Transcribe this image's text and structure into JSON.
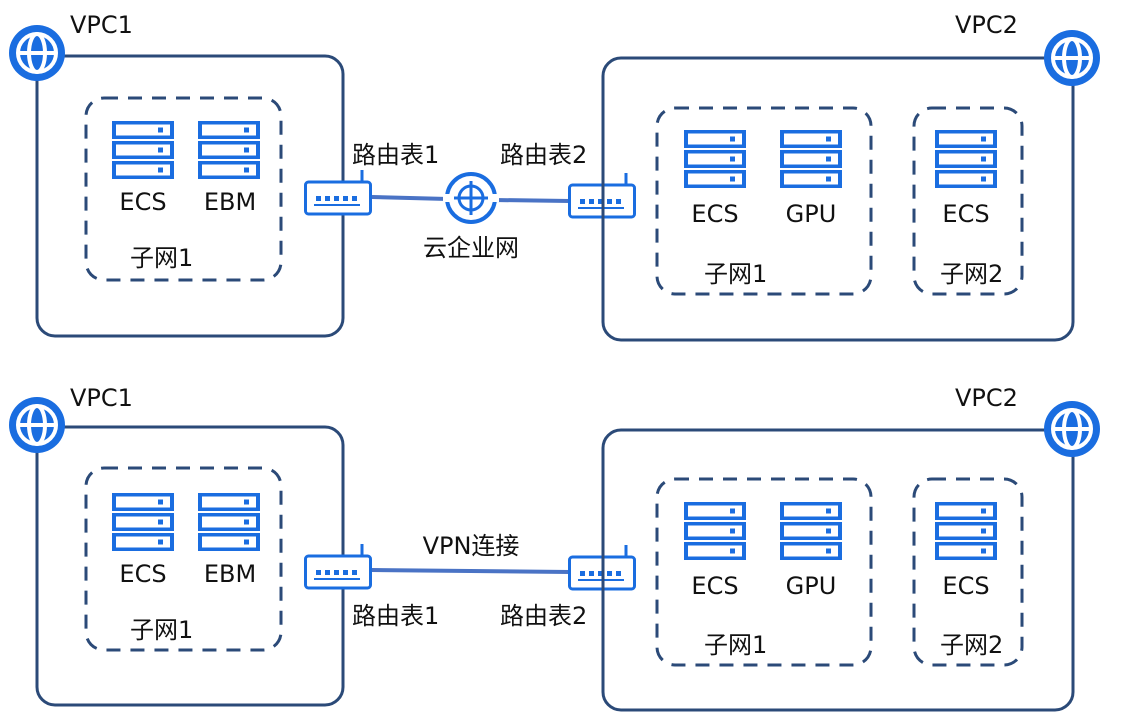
{
  "colors": {
    "icon_blue": "#1a6de0",
    "box_stroke": "#2b4a78",
    "link": "#4a73c5",
    "router_stroke": "#1a6de0"
  },
  "icons": {
    "vpc": "globe-icon",
    "server": "server-icon",
    "router": "router-icon",
    "cen": "cloud-enterprise-network-icon"
  },
  "top": {
    "vpc1": {
      "label": "VPC1",
      "subnet": {
        "label": "子网1",
        "servers": [
          {
            "label": "ECS"
          },
          {
            "label": "EBM"
          }
        ]
      }
    },
    "vpc2": {
      "label": "VPC2",
      "subnet1": {
        "label": "子网1",
        "servers": [
          {
            "label": "ECS"
          },
          {
            "label": "GPU"
          }
        ]
      },
      "subnet2": {
        "label": "子网2",
        "servers": [
          {
            "label": "ECS"
          }
        ]
      }
    },
    "route_table_left": "路由表1",
    "route_table_right": "路由表2",
    "connector_label": "云企业网"
  },
  "bottom": {
    "vpc1": {
      "label": "VPC1",
      "subnet": {
        "label": "子网1",
        "servers": [
          {
            "label": "ECS"
          },
          {
            "label": "EBM"
          }
        ]
      }
    },
    "vpc2": {
      "label": "VPC2",
      "subnet1": {
        "label": "子网1",
        "servers": [
          {
            "label": "ECS"
          },
          {
            "label": "GPU"
          }
        ]
      },
      "subnet2": {
        "label": "子网2",
        "servers": [
          {
            "label": "ECS"
          }
        ]
      }
    },
    "route_table_left": "路由表1",
    "route_table_right": "路由表2",
    "connector_label": "VPN连接"
  }
}
